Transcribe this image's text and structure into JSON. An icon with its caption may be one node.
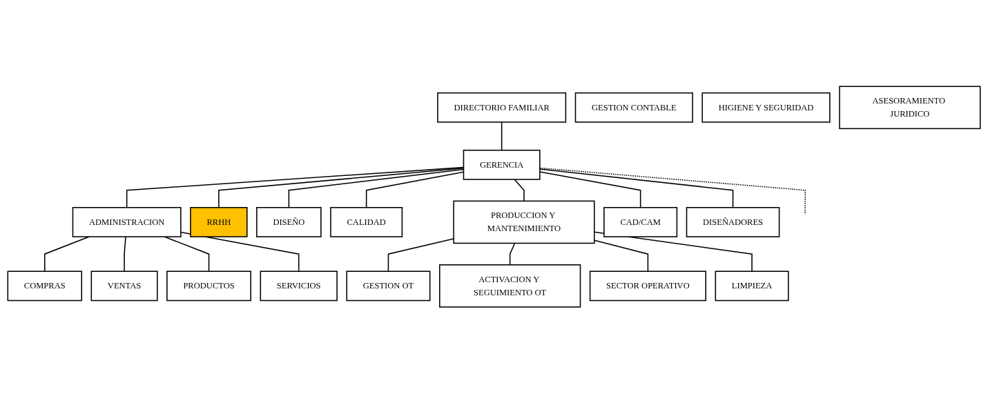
{
  "diagram": {
    "nodes": [
      {
        "text": [
          "DIRECTORIO FAMILIAR"
        ]
      },
      {
        "text": [
          "GESTION CONTABLE"
        ]
      },
      {
        "text": [
          "HIGIENE Y SEGURIDAD"
        ]
      },
      {
        "text": [
          "GERENCIA"
        ]
      },
      {
        "text": [
          "ASESORAMIENTO JURIDICO"
        ]
      },
      {
        "text": [
          "ADMINISTRACION"
        ]
      },
      {
        "text": [
          "COMPRAS"
        ]
      },
      {
        "text": [
          "VENTAS"
        ]
      },
      {
        "text": [
          "RRHH"
        ]
      },
      {
        "text": [
          "DISEÑO"
        ]
      },
      {
        "text": [
          "CALIDAD"
        ]
      },
      {
        "text": [
          "PRODUCCION Y MANTENIMIENTO"
        ]
      },
      {
        "text": [
          "PRODUCTOS"
        ]
      },
      {
        "text": [
          "CAD/CAM"
        ]
      },
      {
        "text": [
          "GESTION OT"
        ]
      },
      {
        "text": [
          "SERVICIOS"
        ]
      },
      {
        "text": [
          "DISEÑADORES"
        ]
      },
      {
        "text": [
          "ACTIVACION Y SEGUIMIENTO OT"
        ]
      },
      {
        "text": [
          "SECTOR OPERATIVO"
        ]
      },
      {
        "text": [
          "LIMPIEZA"
        ]
      }
    ],
    "edges": [
      {
        "from": 0,
        "to": 3,
        "arrow": "none"
      },
      {
        "from": 3,
        "to": null,
        "arrow": "none",
        "style": "dashed"
      },
      {
        "from": 3,
        "to": 5,
        "arrow": "none"
      },
      {
        "from": 3,
        "to": 8,
        "arrow": "none"
      },
      {
        "from": 3,
        "to": 9,
        "arrow": "none"
      },
      {
        "from": 3,
        "to": 13,
        "arrow": "none"
      },
      {
        "from": 3,
        "to": 16,
        "arrow": "none"
      },
      {
        "from": 3,
        "to": 10,
        "arrow": "none"
      },
      {
        "from": 3,
        "to": 11,
        "arrow": "none"
      },
      {
        "from": 5,
        "to": 6,
        "arrow": "none"
      },
      {
        "from": 5,
        "to": 7,
        "arrow": "none"
      },
      {
        "from": 5,
        "to": 12,
        "arrow": "none"
      },
      {
        "from": 5,
        "to": 15,
        "arrow": "none"
      },
      {
        "from": 11,
        "to": 14,
        "arrow": "none"
      },
      {
        "from": 11,
        "to": 17,
        "arrow": "none"
      },
      {
        "from": 11,
        "to": 18,
        "arrow": "none"
      },
      {
        "from": 11,
        "to": 19,
        "arrow": "none"
      }
    ]
  }
}
